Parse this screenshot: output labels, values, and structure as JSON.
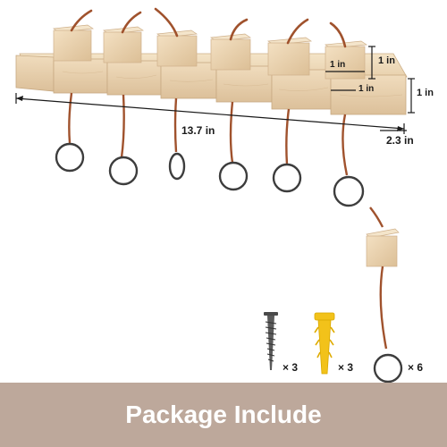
{
  "dimensions": {
    "length": "13.7 in",
    "depth": "2.3 in",
    "block_height": "1 in",
    "block_width": "1 in",
    "base_height": "1 in",
    "base_width": "1 in"
  },
  "package": {
    "screw_qty": "× 3",
    "anchor_qty": "× 3",
    "keychain_qty": "× 6",
    "banner": "Package Include"
  },
  "colors": {
    "wood_light": "#ecd5b3",
    "wood_dark": "#d9b98f",
    "leather": "#a0522d",
    "ring": "#3d3d3d",
    "anchor": "#f2c21a",
    "screw": "#5a5a5a",
    "banner_bg": "#bda89b"
  }
}
